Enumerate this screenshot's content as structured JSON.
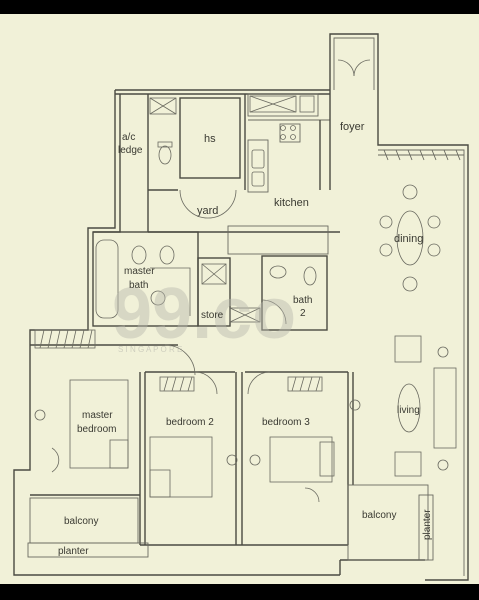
{
  "floorplan": {
    "colors": {
      "paper": "#f1f1d8",
      "lines": "#4b4b42",
      "frame": "#000000",
      "watermark": "#b8b8ae"
    },
    "rooms": {
      "ac_ledge": "a/c",
      "ac_ledge_2": "ledge",
      "hs": "hs",
      "foyer": "foyer",
      "yard": "yard",
      "kitchen": "kitchen",
      "dining": "dining",
      "master_bath": "master",
      "master_bath_2": "bath",
      "store": "store",
      "bath2": "bath",
      "bath2_2": "2",
      "master_bedroom": "master",
      "master_bedroom_2": "bedroom",
      "bedroom2": "bedroom 2",
      "bedroom3": "bedroom 3",
      "living": "living",
      "balcony_left": "balcony",
      "balcony_right": "balcony",
      "planter_left": "planter",
      "planter_right": "planter"
    },
    "watermark": {
      "logo": "99.co",
      "subtext": "S   I   N   G   A   P   O   R   E"
    }
  }
}
